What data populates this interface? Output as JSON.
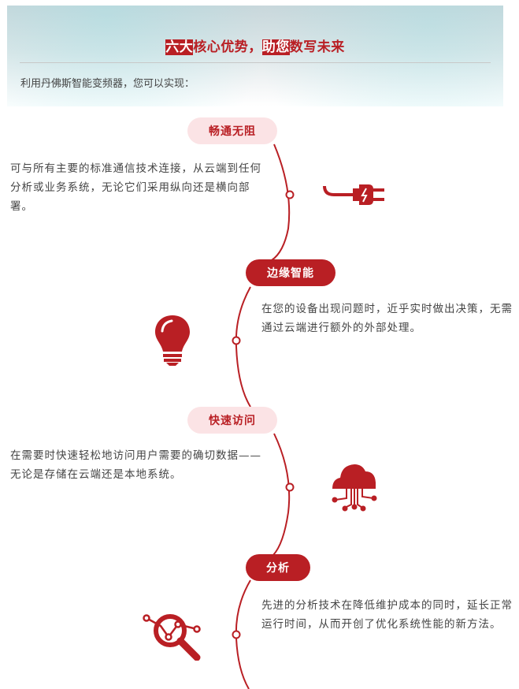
{
  "header": {
    "title_hl1": "六大",
    "title_mid": "核心优势，",
    "title_hl2": "助您",
    "title_end": "数写未来",
    "intro": "利用丹佛斯智能变频器，您可以实现："
  },
  "items": [
    {
      "label": "畅通无阻",
      "desc": "可与所有主要的标准通信技术连接，从云端到任何分析或业务系统，无论它们采用纵向还是横向部署。",
      "icon": "plug-icon"
    },
    {
      "label": "边缘智能",
      "desc": "在您的设备出现问题时，近乎实时做出决策，无需通过云端进行额外的外部处理。",
      "icon": "lightbulb-icon"
    },
    {
      "label": "快速访问",
      "desc": "在需要时快速轻松地访问用户需要的确切数据——无论是存储在云端还是本地系统。",
      "icon": "cloud-network-icon"
    },
    {
      "label": "分析",
      "desc": "先进的分析技术在降低维护成本的同时，延长正常运行时间，从而开创了优化系统性能的新方法。",
      "icon": "analytics-magnifier-icon"
    }
  ],
  "colors": {
    "accent": "#b91f24",
    "pill_light": "#fbe3e5"
  }
}
